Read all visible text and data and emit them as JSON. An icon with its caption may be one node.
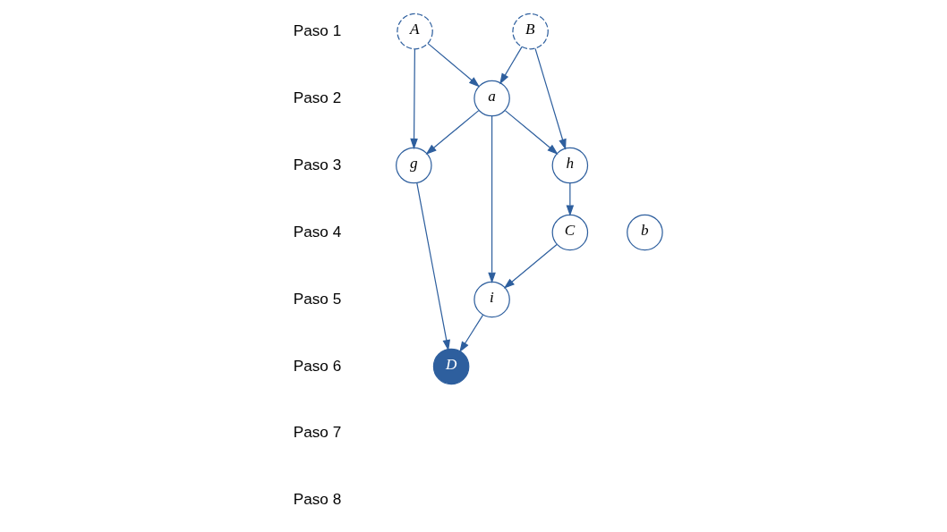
{
  "diagram": {
    "nodes": [
      {
        "text": [
          "A"
        ]
      },
      {
        "text": [
          "B"
        ]
      },
      {
        "text": [
          "a"
        ]
      },
      {
        "text": [
          "g"
        ]
      },
      {
        "text": [
          "h"
        ]
      },
      {
        "text": [
          "C"
        ]
      },
      {
        "text": [
          "b"
        ]
      },
      {
        "text": [
          "i"
        ]
      },
      {
        "text": [
          "D"
        ]
      }
    ],
    "edges": [
      {
        "from": 0,
        "to": 2,
        "arrow": "to"
      },
      {
        "from": 1,
        "to": 2,
        "arrow": "to"
      },
      {
        "from": 0,
        "to": 3,
        "arrow": "to"
      },
      {
        "from": 1,
        "to": 4,
        "arrow": "to"
      },
      {
        "from": 2,
        "to": 3,
        "arrow": "to"
      },
      {
        "from": 2,
        "to": 4,
        "arrow": "to"
      },
      {
        "from": 2,
        "to": 7,
        "arrow": "to"
      },
      {
        "from": 4,
        "to": 5,
        "arrow": "to"
      },
      {
        "from": 5,
        "to": 7,
        "arrow": "to"
      },
      {
        "from": 3,
        "to": 8,
        "arrow": "to"
      },
      {
        "from": 7,
        "to": 8,
        "arrow": "to"
      }
    ],
    "labels": [
      "Paso 1",
      "Paso 2",
      "Paso 3",
      "Paso 4",
      "Paso 5",
      "Paso 6",
      "Paso 7",
      "Paso 8"
    ]
  }
}
